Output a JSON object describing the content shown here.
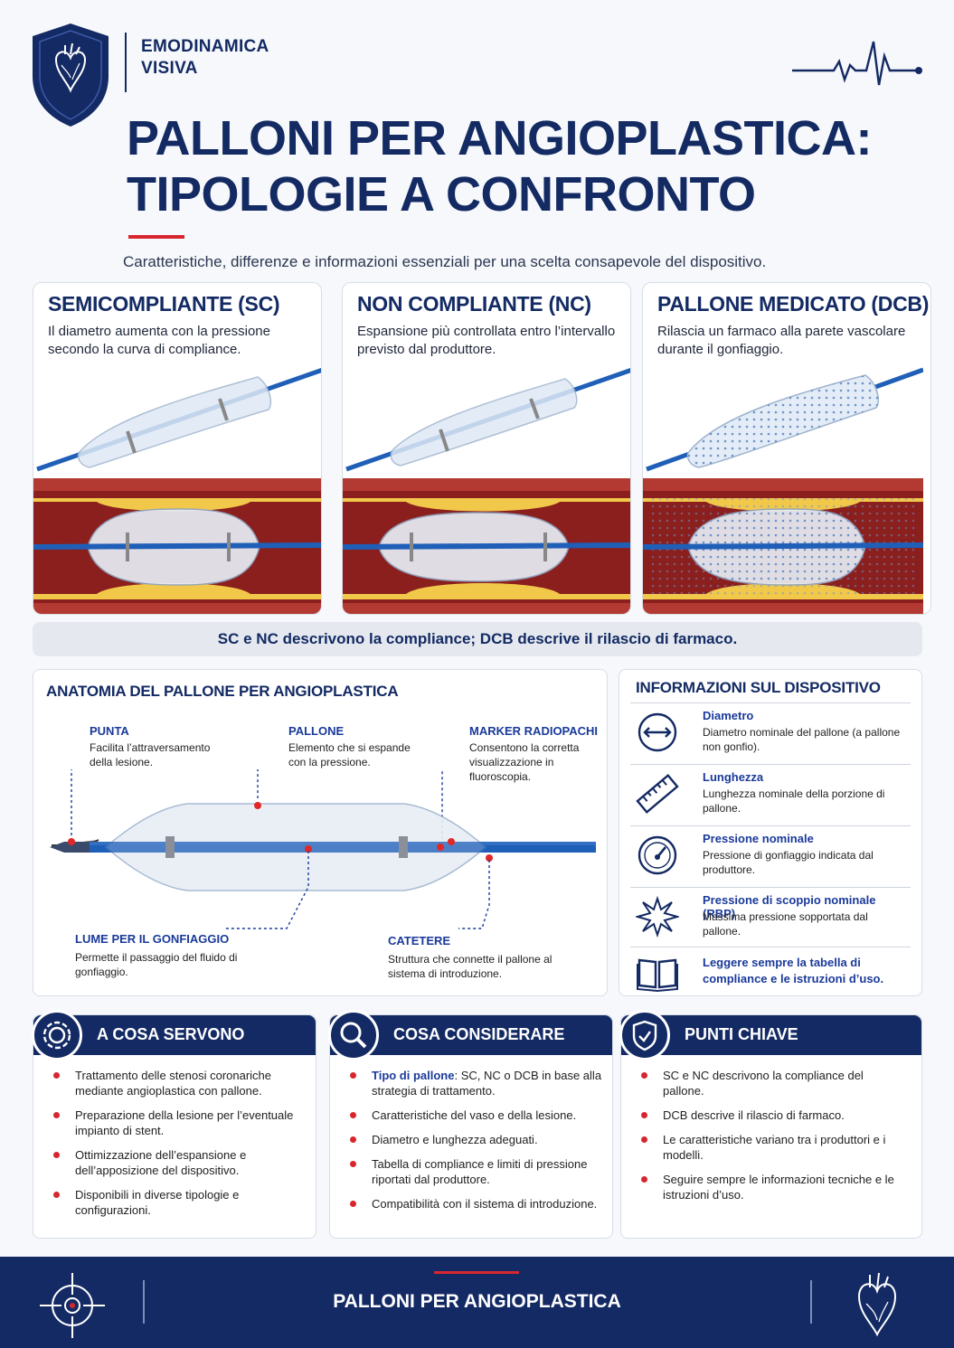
{
  "brand": {
    "line1": "EMODINAMICA",
    "line2": "VISIVA"
  },
  "title": {
    "line1": "PALLONI PER ANGIOPLASTICA:",
    "line2": "TIPOLOGIE A CONFRONTO"
  },
  "subtitle": "Caratteristiche, differenze e informazioni essenziali per una scelta consapevole del dispositivo.",
  "types": [
    {
      "title": "SEMICOMPLIANTE (SC)",
      "desc": "Il diametro aumenta con la pressione secondo la curva di compliance."
    },
    {
      "title": "NON COMPLIANTE (NC)",
      "desc": "Espansione più controllata entro l’intervallo previsto dal produttore."
    },
    {
      "title": "PALLONE MEDICATO (DCB)",
      "desc": "Rilascia un farmaco alla parete vascolare durante il gonfiaggio."
    }
  ],
  "band": "SC e NC descrivono la compliance; DCB descrive il rilascio di farmaco.",
  "anatomy": {
    "title": "ANATOMIA DEL PALLONE PER ANGIOPLASTICA",
    "punta": {
      "label": "PUNTA",
      "text": "Facilita l’attraversamento della lesione."
    },
    "pallone": {
      "label": "PALLONE",
      "text": "Elemento che si espande con la pressione."
    },
    "marker": {
      "label": "MARKER RADIOPACHI",
      "text": "Consentono la corretta visualizzazione in fluoroscopia."
    },
    "lume": {
      "label": "LUME PER IL GONFIAGGIO",
      "text": "Permette il passaggio del fluido di gonfiaggio."
    },
    "catetere": {
      "label": "CATETERE",
      "text": "Struttura che connette il pallone al sistema di introduzione."
    }
  },
  "info": {
    "title": "INFORMAZIONI SUL DISPOSITIVO",
    "rows": [
      {
        "head": "Diametro",
        "text": "Diametro nominale del pallone (a pallone non gonfio).",
        "icon": "diameter-icon"
      },
      {
        "head": "Lunghezza",
        "text": "Lunghezza nominale della porzione di pallone.",
        "icon": "ruler-icon"
      },
      {
        "head": "Pressione nominale",
        "text": "Pressione di gonfiaggio indicata dal produttore.",
        "icon": "gauge-icon"
      },
      {
        "head": "Pressione di scoppio nominale (RBP)",
        "text": "Massima pressione sopportata dal pallone.",
        "icon": "burst-icon"
      },
      {
        "head": "Leggere sempre la tabella di compliance e le istruzioni d’uso.",
        "text": "",
        "icon": "book-icon"
      }
    ]
  },
  "cards": [
    {
      "title": "A COSA SERVONO",
      "icon": "gear-icon",
      "items": [
        "Trattamento delle stenosi coronariche mediante angioplastica con pallone.",
        "Preparazione della lesione per l’eventuale impianto di stent.",
        "Ottimizzazione dell’espansione e dell’apposizione del dispositivo.",
        "Disponibili in diverse tipologie e configurazioni."
      ]
    },
    {
      "title": "COSA CONSIDERARE",
      "icon": "search-icon",
      "items_bold": "Tipo di pallone",
      "items": [
        ": SC, NC o DCB in base alla strategia di trattamento.",
        "Caratteristiche del vaso e della lesione.",
        "Diametro e lunghezza adeguati.",
        "Tabella di compliance e limiti di pressione riportati dal produttore.",
        "Compatibilità con il sistema di introduzione."
      ]
    },
    {
      "title": "PUNTI CHIAVE",
      "icon": "shield-check-icon",
      "items": [
        "SC e NC descrivono la compliance del pallone.",
        "DCB descrive il rilascio di farmaco.",
        "Le caratteristiche variano tra i produttori e i modelli.",
        "Seguire sempre le informazioni tecniche e le istruzioni d’uso."
      ]
    }
  ],
  "footer": {
    "title": "PALLONI PER ANGIOPLASTICA"
  },
  "colors": {
    "navy": "#142a64",
    "accent": "#d7262e",
    "blue": "#1a3a9a"
  }
}
